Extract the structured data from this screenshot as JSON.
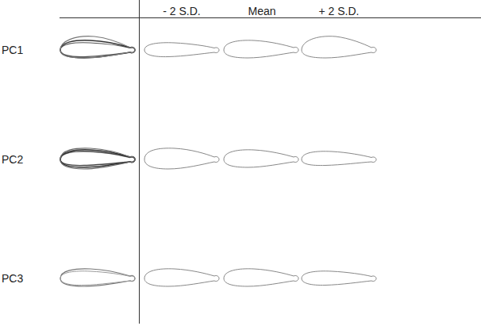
{
  "diagram": {
    "labels": [
      "- 2 S.D.",
      "Mean",
      "+ 2 S.D.",
      "PC1",
      "PC2",
      "PC3"
    ]
  }
}
